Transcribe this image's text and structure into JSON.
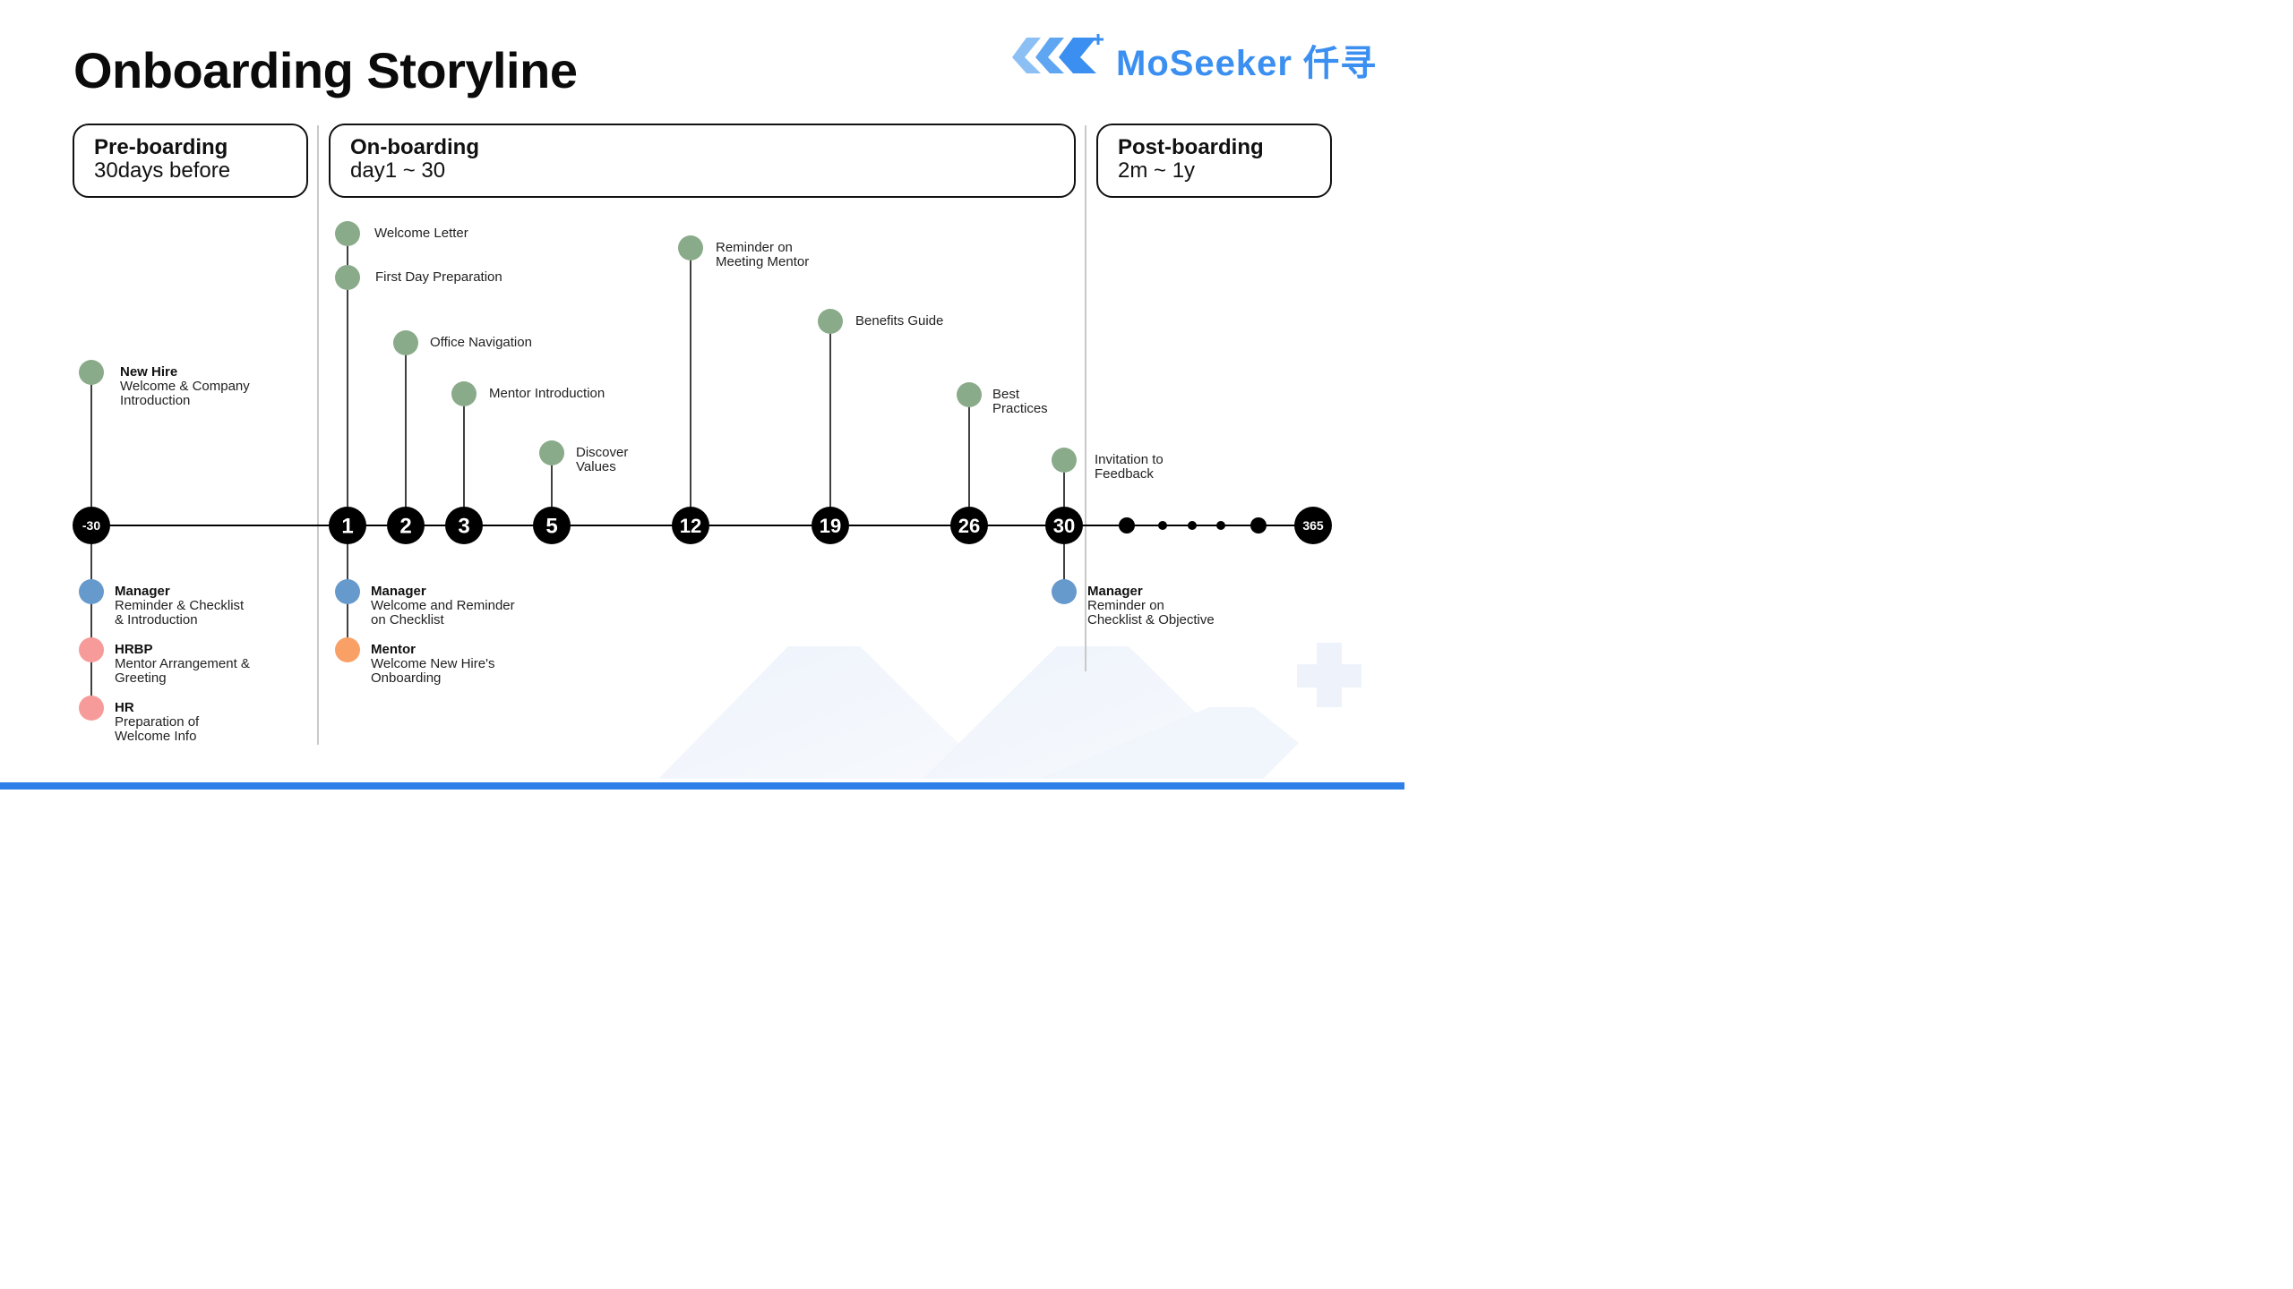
{
  "title": "Onboarding Storyline",
  "brand": {
    "name": "MoSeeker 仟寻",
    "color": "#3b8ff0"
  },
  "phases": [
    {
      "title": "Pre-boarding",
      "sub": "30days before"
    },
    {
      "title": "On-boarding",
      "sub": "day1 ~ 30"
    },
    {
      "title": "Post-boarding",
      "sub": "2m ~ 1y"
    }
  ],
  "colors": {
    "green": "#8aab8a",
    "blue": "#6699cc",
    "pink": "#f79a9a",
    "orange": "#f8a066",
    "node": "#000000",
    "bar": "#2f7fe8"
  },
  "days": [
    "-30",
    "1",
    "2",
    "3",
    "5",
    "12",
    "19",
    "26",
    "30",
    "365"
  ],
  "events_above": [
    {
      "day": "-30",
      "lines": [
        "New Hire",
        "Welcome & Company",
        "Introduction"
      ],
      "bold_first": true
    },
    {
      "day": "1",
      "lines": [
        "Welcome Letter"
      ]
    },
    {
      "day": "1",
      "lines": [
        "First Day Preparation"
      ]
    },
    {
      "day": "2",
      "lines": [
        "Office Navigation"
      ]
    },
    {
      "day": "3",
      "lines": [
        "Mentor Introduction"
      ]
    },
    {
      "day": "5",
      "lines": [
        "Discover",
        "Values"
      ]
    },
    {
      "day": "12",
      "lines": [
        "Reminder on",
        "Meeting Mentor"
      ]
    },
    {
      "day": "19",
      "lines": [
        "Benefits Guide"
      ]
    },
    {
      "day": "26",
      "lines": [
        "Best",
        "Practices"
      ]
    },
    {
      "day": "30",
      "lines": [
        "Invitation to",
        "Feedback"
      ]
    }
  ],
  "events_below": [
    {
      "day": "-30",
      "role": "Manager",
      "color": "blue",
      "lines": [
        "Reminder & Checklist",
        "& Introduction"
      ]
    },
    {
      "day": "-30",
      "role": "HRBP",
      "color": "pink",
      "lines": [
        "Mentor Arrangement &",
        "Greeting"
      ]
    },
    {
      "day": "-30",
      "role": "HR",
      "color": "pink",
      "lines": [
        "Preparation of",
        "Welcome Info"
      ]
    },
    {
      "day": "1",
      "role": "Manager",
      "color": "blue",
      "lines": [
        "Welcome and Reminder",
        "on Checklist"
      ]
    },
    {
      "day": "1",
      "role": "Mentor",
      "color": "orange",
      "lines": [
        "Welcome New Hire's",
        "Onboarding"
      ]
    },
    {
      "day": "30",
      "role": "Manager",
      "color": "blue",
      "lines": [
        "Reminder on",
        "Checklist & Objective"
      ]
    }
  ]
}
